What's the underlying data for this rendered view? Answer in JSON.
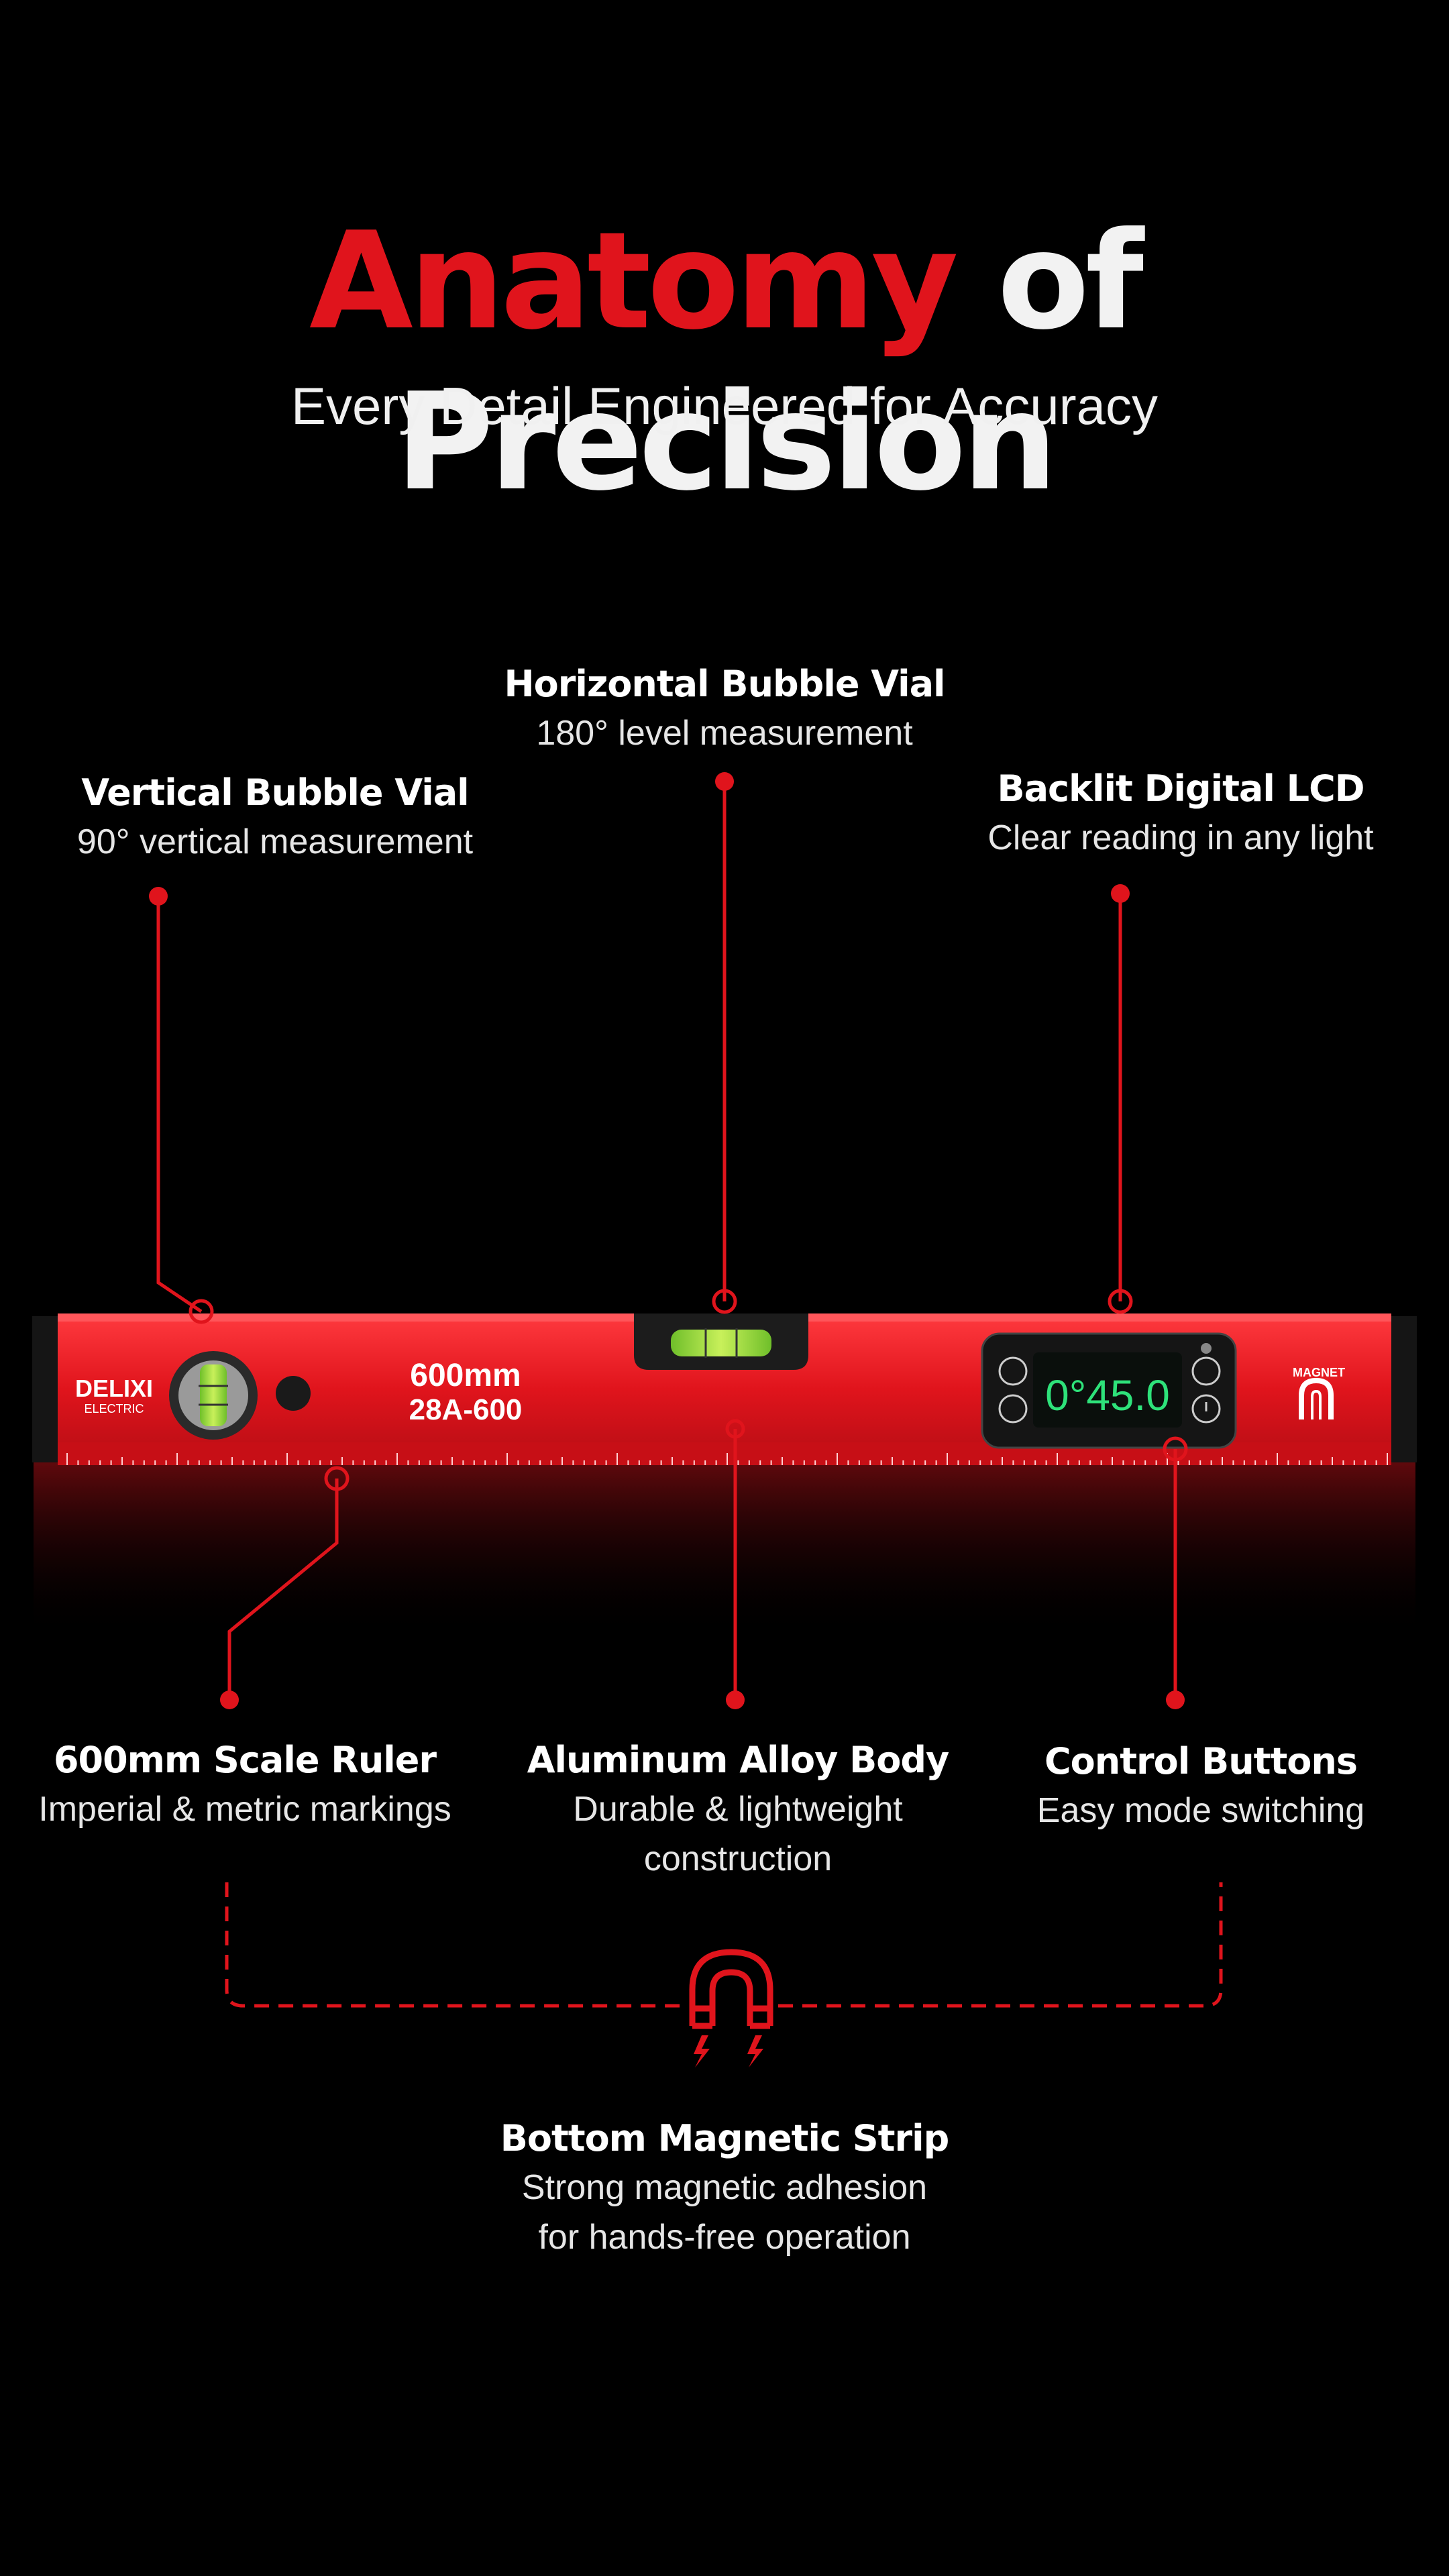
{
  "header": {
    "title_red": "Anatomy",
    "title_white": "of Precision",
    "subtitle": "Every Detail Engineered for Accuracy"
  },
  "callouts": {
    "horizontal_vial": {
      "title": "Horizontal Bubble Vial",
      "desc": "180° level measurement"
    },
    "vertical_vial": {
      "title": "Vertical Bubble Vial",
      "desc": "90° vertical measurement"
    },
    "lcd": {
      "title": "Backlit Digital LCD",
      "desc": "Clear reading in any light"
    },
    "scale_ruler": {
      "title": "600mm Scale Ruler",
      "desc": "Imperial & metric markings"
    },
    "body": {
      "title": "Aluminum Alloy Body",
      "desc_line1": "Durable & lightweight",
      "desc_line2": "construction"
    },
    "buttons": {
      "title": "Control Buttons",
      "desc": "Easy mode switching"
    },
    "magnet_strip": {
      "title": "Bottom Magnetic Strip",
      "desc_line1": "Strong magnetic adhesion",
      "desc_line2": "for hands-free operation"
    }
  },
  "product": {
    "brand": "DELIXI",
    "brand_sub": "ELECTRIC",
    "size": "600mm",
    "model": "28A-600",
    "lcd_reading": "0°45.0",
    "magnet_label": "MAGNET"
  },
  "colors": {
    "accent_red": "#e0141c",
    "background": "#000000",
    "lcd_green": "#2ee27a"
  }
}
